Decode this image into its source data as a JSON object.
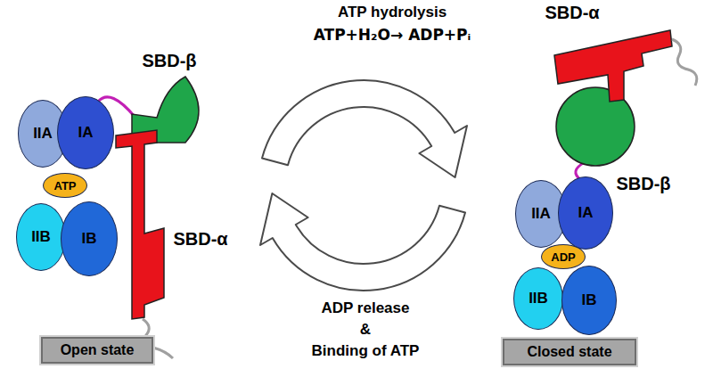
{
  "diagram": {
    "nodes": [
      {
        "text": [
          "IIA"
        ]
      },
      {
        "text": [
          "IA"
        ]
      },
      {
        "text": [
          "ATP"
        ]
      },
      {
        "text": [
          "IIB"
        ]
      },
      {
        "text": [
          "IB"
        ]
      },
      {
        "text": [
          "Open state"
        ]
      },
      {
        "text": [
          "IIA"
        ]
      },
      {
        "text": [
          "IA"
        ]
      },
      {
        "text": [
          "ADP"
        ]
      },
      {
        "text": [
          "IIB"
        ]
      },
      {
        "text": [
          "IB"
        ]
      },
      {
        "text": [
          "Closed state"
        ]
      }
    ],
    "labels": [
      "SBD-β",
      "SBD-α",
      "ATP hydrolysis",
      "ATP+H₂O→ ADP+Pᵢ",
      "ADP release",
      "&",
      "Binding of ATP",
      "SBD-α",
      "SBD-β"
    ]
  }
}
